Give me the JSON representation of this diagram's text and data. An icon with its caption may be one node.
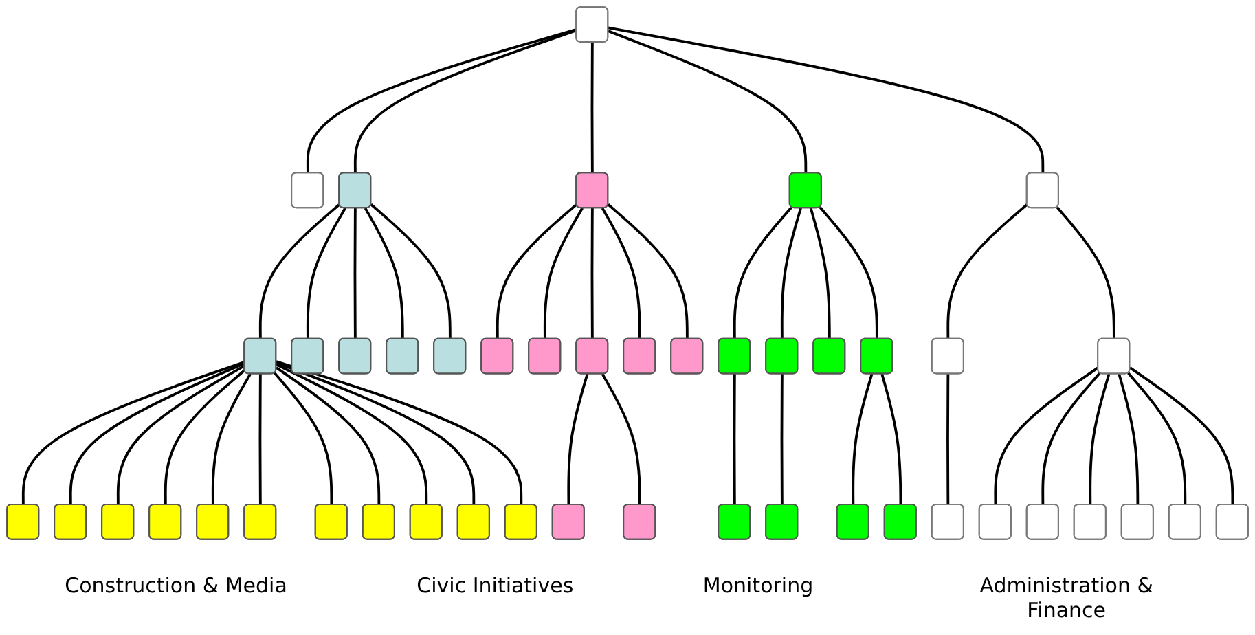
{
  "diagram": {
    "nodes": [
      {
        "text": [],
        "shape": "box"
      },
      {
        "text": [],
        "shape": "box"
      },
      {
        "text": [],
        "shape": "box"
      },
      {
        "text": [],
        "shape": "box"
      },
      {
        "text": [],
        "shape": "box"
      },
      {
        "text": [],
        "shape": "box"
      },
      {
        "text": [],
        "shape": "box"
      },
      {
        "text": [],
        "shape": "box"
      },
      {
        "text": [],
        "shape": "box"
      },
      {
        "text": [],
        "shape": "box"
      },
      {
        "text": [],
        "shape": "box"
      },
      {
        "text": [],
        "shape": "box"
      },
      {
        "text": [],
        "shape": "box"
      },
      {
        "text": [],
        "shape": "box"
      },
      {
        "text": [],
        "shape": "box"
      },
      {
        "text": [],
        "shape": "box"
      },
      {
        "text": [],
        "shape": "box"
      },
      {
        "text": [],
        "shape": "box"
      },
      {
        "text": [],
        "shape": "box"
      },
      {
        "text": [],
        "shape": "box"
      },
      {
        "text": [],
        "shape": "box"
      },
      {
        "text": [],
        "shape": "box"
      },
      {
        "text": [],
        "shape": "box"
      },
      {
        "text": [],
        "shape": "box"
      },
      {
        "text": [],
        "shape": "box"
      },
      {
        "text": [],
        "shape": "box"
      },
      {
        "text": [],
        "shape": "box"
      },
      {
        "text": [],
        "shape": "box"
      },
      {
        "text": [],
        "shape": "box"
      },
      {
        "text": [],
        "shape": "box"
      },
      {
        "text": [],
        "shape": "box"
      },
      {
        "text": [],
        "shape": "box"
      },
      {
        "text": [],
        "shape": "box"
      },
      {
        "text": [],
        "shape": "box"
      },
      {
        "text": [],
        "shape": "box"
      },
      {
        "text": [],
        "shape": "box"
      },
      {
        "text": [],
        "shape": "box"
      },
      {
        "text": [],
        "shape": "box"
      },
      {
        "text": [],
        "shape": "box"
      },
      {
        "text": [],
        "shape": "box"
      },
      {
        "text": [],
        "shape": "box"
      },
      {
        "text": [],
        "shape": "box"
      },
      {
        "text": [],
        "shape": "box"
      },
      {
        "text": [],
        "shape": "box"
      },
      {
        "text": [],
        "shape": "box"
      },
      {
        "text": [],
        "shape": "box"
      }
    ],
    "edges": [
      {
        "from": 0,
        "to": 1,
        "arrow": "none"
      },
      {
        "from": 0,
        "to": 2,
        "arrow": "none"
      },
      {
        "from": 0,
        "to": 3,
        "arrow": "none"
      },
      {
        "from": 0,
        "to": 4,
        "arrow": "none"
      },
      {
        "from": 0,
        "to": 5,
        "arrow": "none"
      },
      {
        "from": 2,
        "to": 6,
        "arrow": "none"
      },
      {
        "from": 2,
        "to": 7,
        "arrow": "none"
      },
      {
        "from": 2,
        "to": 8,
        "arrow": "none"
      },
      {
        "from": 2,
        "to": 9,
        "arrow": "none"
      },
      {
        "from": 2,
        "to": 10,
        "arrow": "none"
      },
      {
        "from": 3,
        "to": 11,
        "arrow": "none"
      },
      {
        "from": 3,
        "to": 12,
        "arrow": "none"
      },
      {
        "from": 3,
        "to": 13,
        "arrow": "none"
      },
      {
        "from": 3,
        "to": 14,
        "arrow": "none"
      },
      {
        "from": 3,
        "to": 15,
        "arrow": "none"
      },
      {
        "from": 4,
        "to": 16,
        "arrow": "none"
      },
      {
        "from": 4,
        "to": 17,
        "arrow": "none"
      },
      {
        "from": 4,
        "to": 18,
        "arrow": "none"
      },
      {
        "from": 4,
        "to": 19,
        "arrow": "none"
      },
      {
        "from": 5,
        "to": 20,
        "arrow": "none"
      },
      {
        "from": 5,
        "to": 21,
        "arrow": "none"
      },
      {
        "from": 6,
        "to": 22,
        "arrow": "none"
      },
      {
        "from": 6,
        "to": 23,
        "arrow": "none"
      },
      {
        "from": 6,
        "to": 24,
        "arrow": "none"
      },
      {
        "from": 6,
        "to": 25,
        "arrow": "none"
      },
      {
        "from": 6,
        "to": 26,
        "arrow": "none"
      },
      {
        "from": 6,
        "to": 27,
        "arrow": "none"
      },
      {
        "from": 6,
        "to": 28,
        "arrow": "none"
      },
      {
        "from": 6,
        "to": 29,
        "arrow": "none"
      },
      {
        "from": 6,
        "to": 30,
        "arrow": "none"
      },
      {
        "from": 6,
        "to": 31,
        "arrow": "none"
      },
      {
        "from": 6,
        "to": 32,
        "arrow": "none"
      },
      {
        "from": 13,
        "to": 33,
        "arrow": "none"
      },
      {
        "from": 13,
        "to": 34,
        "arrow": "none"
      },
      {
        "from": 16,
        "to": 35,
        "arrow": "none"
      },
      {
        "from": 17,
        "to": 36,
        "arrow": "none"
      },
      {
        "from": 19,
        "to": 37,
        "arrow": "none"
      },
      {
        "from": 19,
        "to": 38,
        "arrow": "none"
      },
      {
        "from": 20,
        "to": 39,
        "arrow": "none"
      },
      {
        "from": 21,
        "to": 40,
        "arrow": "none"
      },
      {
        "from": 21,
        "to": 41,
        "arrow": "none"
      },
      {
        "from": 21,
        "to": 42,
        "arrow": "none"
      },
      {
        "from": 21,
        "to": 43,
        "arrow": "none"
      },
      {
        "from": 21,
        "to": 44,
        "arrow": "none"
      },
      {
        "from": 21,
        "to": 45,
        "arrow": "none"
      }
    ],
    "labels": [
      "Construction & Media",
      "Civic Initiatives",
      "Monitoring",
      "Administration & Finance"
    ]
  }
}
